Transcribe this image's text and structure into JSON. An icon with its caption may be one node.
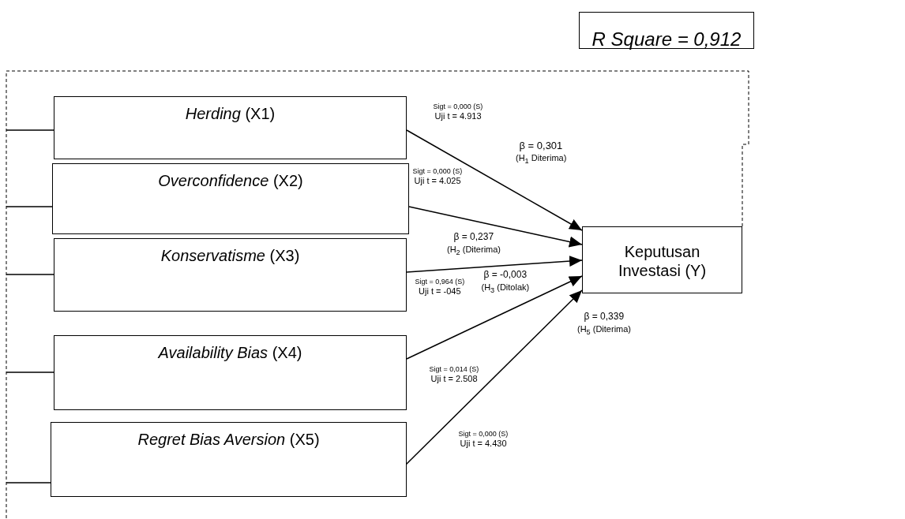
{
  "diagram": {
    "nodes": [
      {
        "text": [
          "R Square = 0,912"
        ]
      },
      {
        "text": [
          "*Herding*  (X1)"
        ]
      },
      {
        "text": [
          "*Overconfidence*  (X2)"
        ]
      },
      {
        "text": [
          "*Konservatisme* (X3)"
        ]
      },
      {
        "text": [
          "*Availability Bias* (X4)"
        ]
      },
      {
        "text": [
          "*Regret Bias Aversion* (X5)"
        ]
      },
      {
        "text": [
          "Keputusan Investasi (Y)"
        ]
      }
    ],
    "edges": [
      {
        "from": 1,
        "to": 6,
        "arrow": "to"
      },
      {
        "from": 2,
        "to": 6,
        "arrow": "to"
      },
      {
        "from": 3,
        "to": 6,
        "arrow": "to"
      },
      {
        "from": 4,
        "to": 6,
        "arrow": "to"
      },
      {
        "from": 5,
        "to": 6,
        "arrow": "to"
      }
    ],
    "labels": [
      "Sigt = 0,000 (S)",
      "Uji t = 4.913",
      "Sigt = 0,000 (S)",
      "Uji t = 4.025",
      "β = 0,301",
      "(H$_{1}$ Diterima)",
      "β = 0,237",
      "(H$_{2}$ (Diterima)",
      "Sigt = 0,964 (S)",
      "Uji t = -045",
      "β = -0,003",
      "(H$_{3}$ (Ditolak)",
      "Sigt = 0,014 (S)",
      "Uji t = 2.508",
      "β = 0,339",
      "(H$_{5}$ (Diterima)",
      "Sigt = 0,000 (S)",
      "Uji t = 4.430"
    ]
  }
}
